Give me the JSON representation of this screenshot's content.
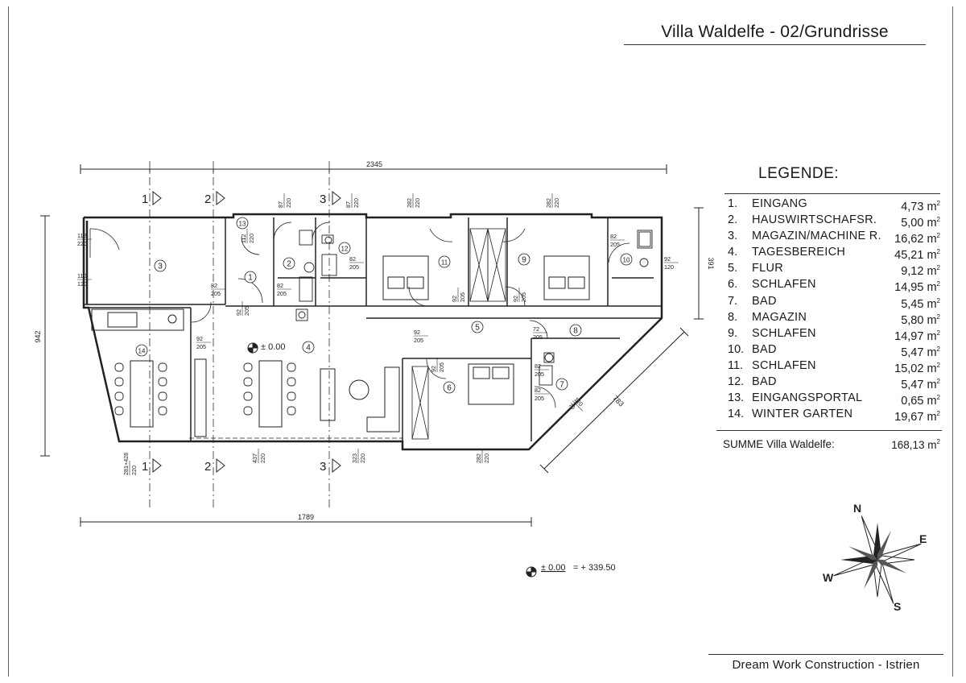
{
  "title": "Villa Waldelfe - 02/Grundrisse",
  "legend": {
    "heading": "LEGENDE:",
    "items": [
      {
        "num": "1.",
        "name": "EINGANG",
        "area": "4,73 m",
        "unit_sup": "2"
      },
      {
        "num": "2.",
        "name": "HAUSWIRTSCHAFSR.",
        "area": "5,00 m",
        "unit_sup": "2"
      },
      {
        "num": "3.",
        "name": "MAGAZIN/MACHINE R.",
        "area": "16,62 m",
        "unit_sup": "2"
      },
      {
        "num": "4.",
        "name": "TAGESBEREICH",
        "area": "45,21 m",
        "unit_sup": "2"
      },
      {
        "num": "5.",
        "name": "FLUR",
        "area": "9,12 m",
        "unit_sup": "2"
      },
      {
        "num": "6.",
        "name": "SCHLAFEN",
        "area": "14,95 m",
        "unit_sup": "2"
      },
      {
        "num": "7.",
        "name": "BAD",
        "area": "5,45 m",
        "unit_sup": "2"
      },
      {
        "num": "8.",
        "name": "MAGAZIN",
        "area": "5,80 m",
        "unit_sup": "2"
      },
      {
        "num": "9.",
        "name": "SCHLAFEN",
        "area": "14,97 m",
        "unit_sup": "2"
      },
      {
        "num": "10.",
        "name": "BAD",
        "area": "5,47 m",
        "unit_sup": "2"
      },
      {
        "num": "11.",
        "name": "SCHLAFEN",
        "area": "15,02 m",
        "unit_sup": "2"
      },
      {
        "num": "12.",
        "name": "BAD",
        "area": "5,47 m",
        "unit_sup": "2"
      },
      {
        "num": "13.",
        "name": "EINGANGSPORTAL",
        "area": "0,65 m",
        "unit_sup": "2"
      },
      {
        "num": "14.",
        "name": "WINTER GARTEN",
        "area": "19,67 m",
        "unit_sup": "2"
      }
    ],
    "sum_label": "SUMME Villa Waldelfe:",
    "sum_value": "168,13 m",
    "sum_sup": "2"
  },
  "footer": "Dream Work Construction - Istrien",
  "plan": {
    "dim_top": "2345",
    "dim_bottom": "1789",
    "dim_left": "942",
    "dim_right": "391",
    "dim_diagonal": "783",
    "level_label": "± 0.00",
    "level_ref_text": "± 0.00",
    "level_ref_value": "= + 339.50",
    "sections": [
      "1",
      "2",
      "3"
    ],
    "rooms": [
      "1",
      "2",
      "3",
      "4",
      "5",
      "6",
      "7",
      "8",
      "9",
      "10",
      "11",
      "12",
      "13",
      "14"
    ],
    "opening_dims": [
      {
        "top": "112",
        "bottom": "220"
      },
      {
        "top": "110",
        "bottom": "120"
      },
      {
        "top": "87",
        "bottom": "220"
      },
      {
        "top": "87",
        "bottom": "220"
      },
      {
        "top": "282",
        "bottom": "220"
      },
      {
        "top": "282",
        "bottom": "220"
      },
      {
        "top": "112",
        "bottom": "220"
      },
      {
        "top": "82",
        "bottom": "205"
      },
      {
        "top": "82",
        "bottom": "205"
      },
      {
        "top": "82",
        "bottom": "205"
      },
      {
        "top": "92",
        "bottom": "120"
      },
      {
        "top": "92",
        "bottom": "205"
      },
      {
        "top": "92",
        "bottom": "205"
      },
      {
        "top": "82",
        "bottom": "205"
      },
      {
        "top": "92",
        "bottom": "205"
      },
      {
        "top": "92",
        "bottom": "205"
      },
      {
        "top": "92",
        "bottom": "205"
      },
      {
        "top": "92",
        "bottom": "205"
      },
      {
        "top": "72",
        "bottom": "205"
      },
      {
        "top": "82",
        "bottom": "205"
      },
      {
        "top": "82",
        "bottom": "205"
      },
      {
        "top": "120",
        "bottom": "70"
      },
      {
        "top": "281+428",
        "bottom": "220"
      },
      {
        "top": "437",
        "bottom": "220"
      },
      {
        "top": "323",
        "bottom": "220"
      },
      {
        "top": "282",
        "bottom": "220"
      }
    ]
  },
  "compass": {
    "n": "N",
    "e": "E",
    "s": "S",
    "w": "W"
  }
}
